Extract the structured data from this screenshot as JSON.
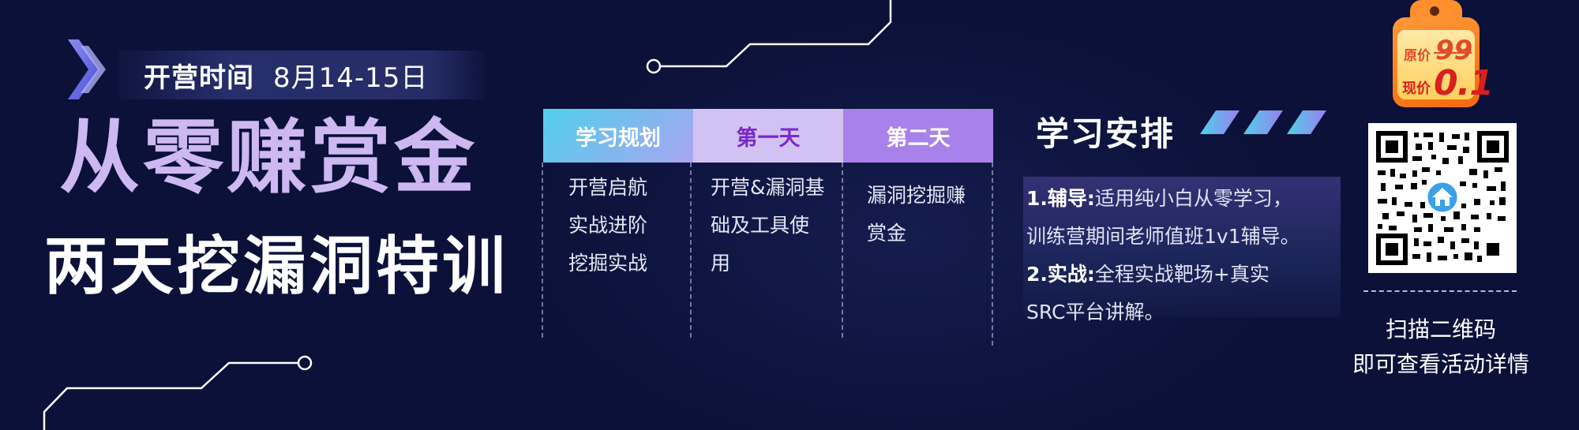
{
  "banner": {
    "date_label": "开营时间",
    "date_value": "8月14-15日",
    "title_main": "从零赚赏金",
    "title_sub": "两天挖漏洞特训"
  },
  "schedule": {
    "headers": [
      "学习规划",
      "第一天",
      "第二天"
    ],
    "plan": [
      "开营启航",
      "实战进阶",
      "挖掘实战"
    ],
    "day1": [
      "开营&漏洞基",
      "础及工具使",
      "用"
    ],
    "day2": [
      "漏洞挖掘赚",
      "赏金"
    ]
  },
  "study": {
    "title": "学习安排",
    "item1_label": "1.辅导:",
    "item1_text1": "适用纯小白从零学习，",
    "item1_text2": "训练营期间老师值班1v1辅导。",
    "item2_label": "2.实战:",
    "item2_text1": "全程实战靶场+真实",
    "item2_text2": "SRC平台讲解。"
  },
  "price": {
    "original_label": "原价",
    "original_value": "99",
    "current_label": "现价",
    "current_value": "0.1"
  },
  "qr": {
    "caption_line1": "扫描二维码",
    "caption_line2": "即可查看活动详情"
  },
  "colors": {
    "background": "#0b1138",
    "title_lavender": "#cdb8f2",
    "accent_purple": "#a881ea",
    "accent_cyan": "#4fd0ea",
    "tag_orange": "#f26a0f"
  }
}
